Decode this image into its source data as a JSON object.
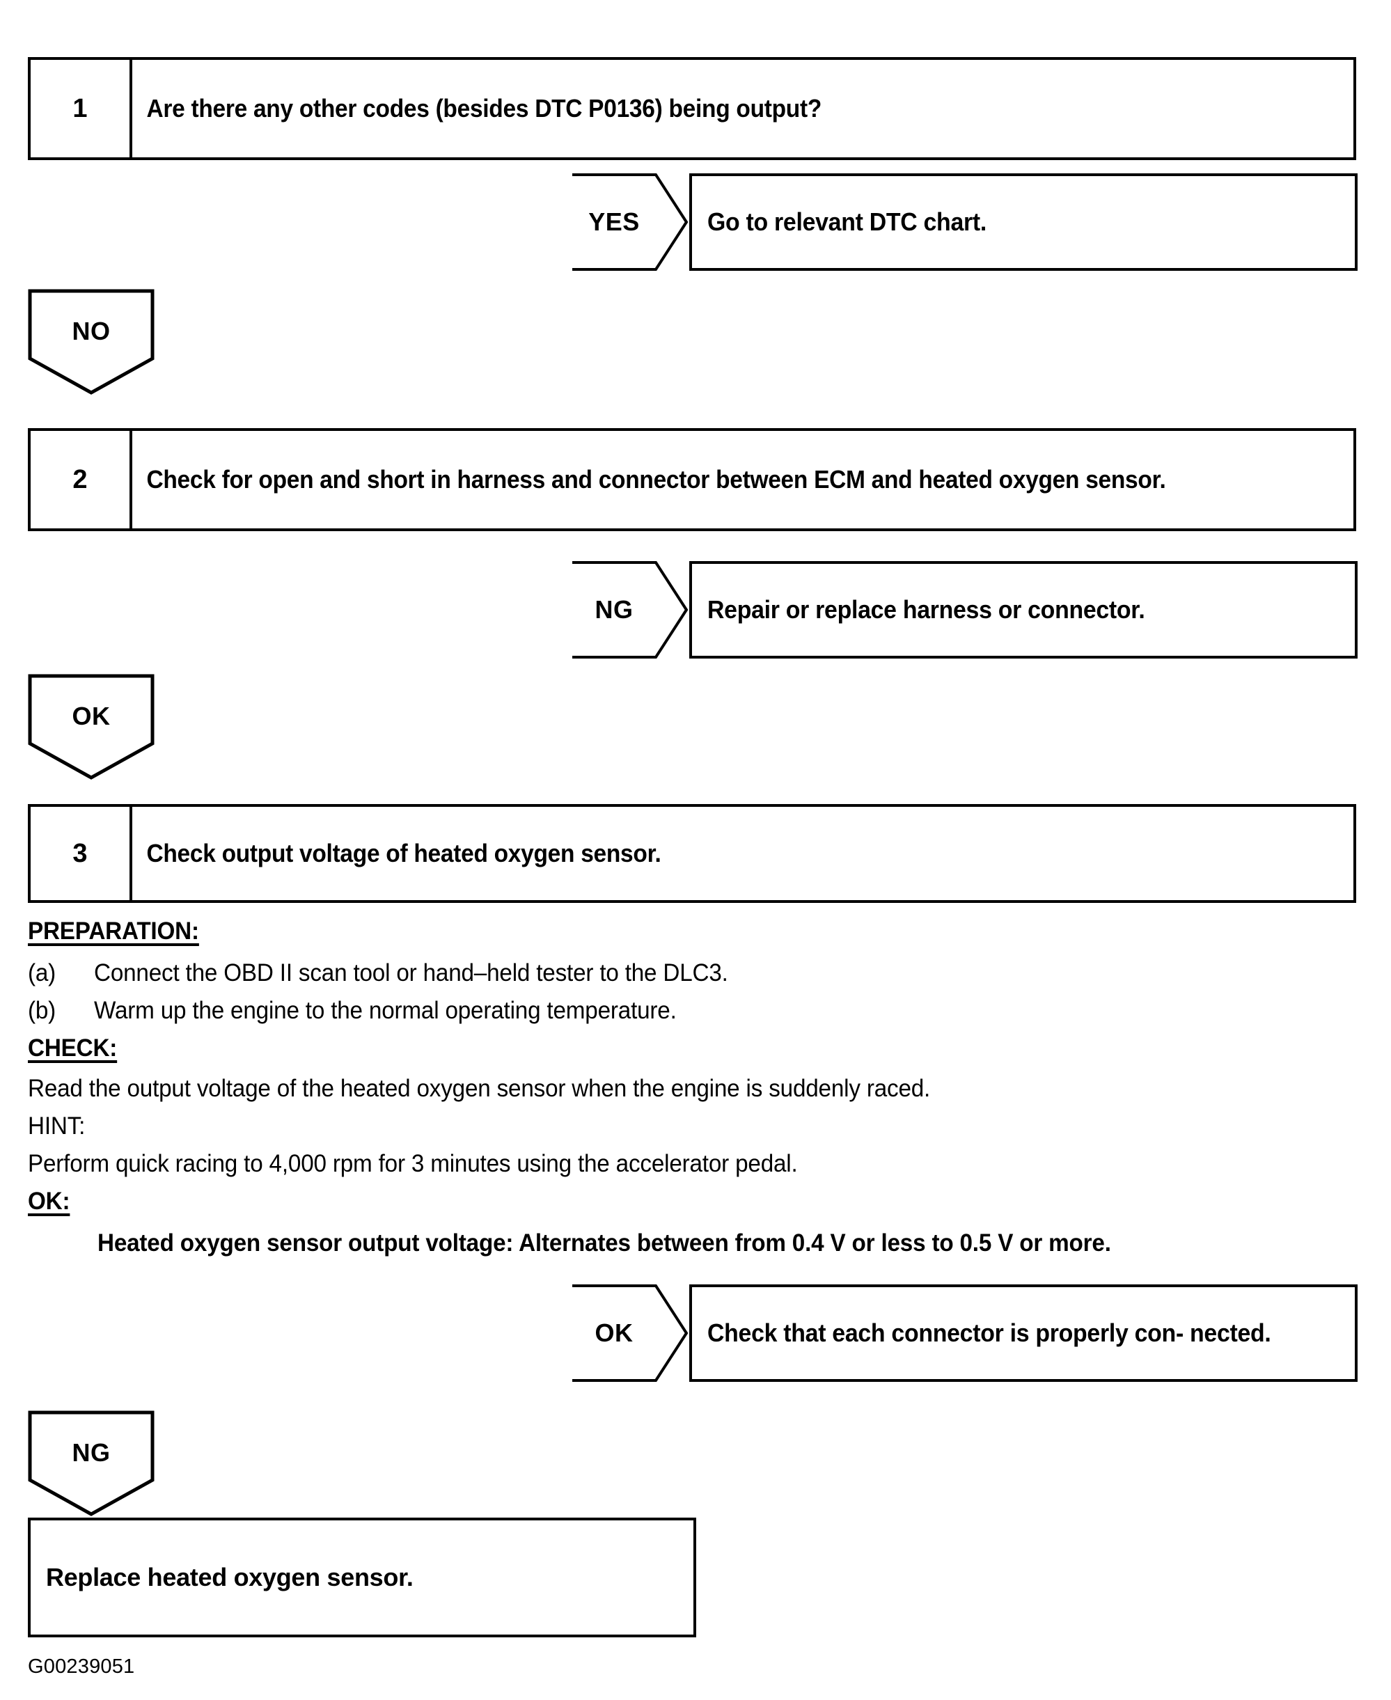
{
  "document": {
    "type": "diagnostic-troubleshooting-flowchart",
    "footer_code": "G00239051"
  },
  "steps": [
    {
      "number": "1",
      "text": "Are there any other codes (besides DTC P0136) being output?"
    },
    {
      "number": "2",
      "text": "Check for open and short in harness and connector between ECM and heated oxygen sensor."
    },
    {
      "number": "3",
      "text": "Check output voltage of heated oxygen sensor."
    }
  ],
  "branches": [
    {
      "tag": "YES",
      "result": "Go to relevant DTC chart."
    },
    {
      "tag": "NG",
      "result": "Repair or replace harness or connector."
    },
    {
      "tag": "OK",
      "result": "Check that each connector is properly con- nected."
    }
  ],
  "connectors": [
    {
      "label": "NO"
    },
    {
      "label": "OK"
    },
    {
      "label": "NG"
    }
  ],
  "procedure": {
    "preparation_heading": "PREPARATION:",
    "preparation_items": [
      {
        "marker": "(a)",
        "text": "Connect the OBD II scan tool or hand–held tester to the DLC3."
      },
      {
        "marker": "(b)",
        "text": "Warm up the engine to the normal operating temperature."
      }
    ],
    "check_heading": "CHECK:",
    "check_text": "Read the output voltage of the heated oxygen sensor when the engine is suddenly raced.",
    "hint_heading": "HINT:",
    "hint_text": "Perform quick racing to 4,000 rpm for 3 minutes using the accelerator pedal.",
    "ok_heading": "OK:",
    "ok_spec": "Heated oxygen sensor output voltage: Alternates between from 0.4 V or less to 0.5 V or more."
  },
  "terminal": {
    "text": "Replace heated oxygen sensor."
  }
}
